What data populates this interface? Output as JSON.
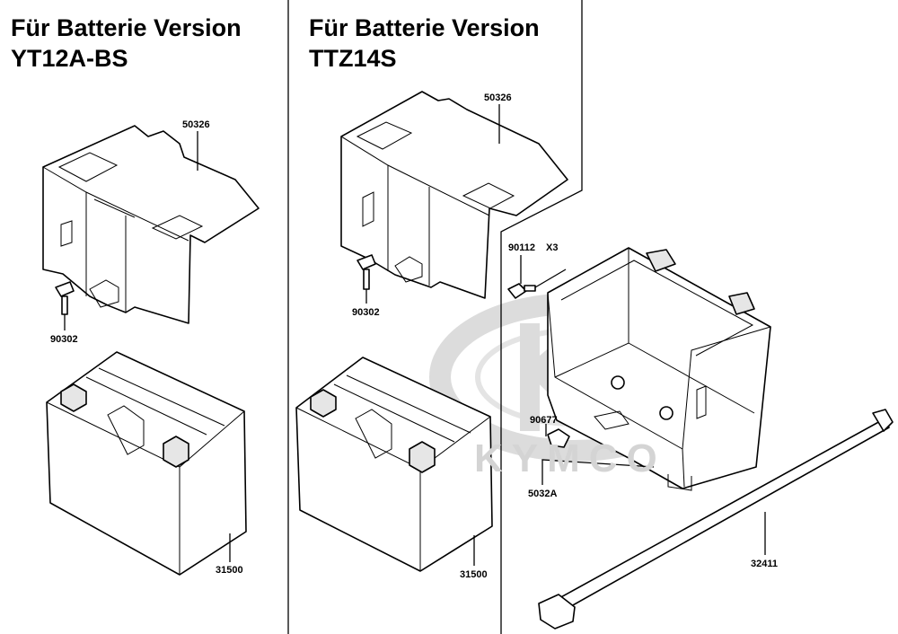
{
  "titles": {
    "left_line1": "Für Batterie Version",
    "left_line2": "YT12A-BS",
    "center_line1": "Für Batterie Version",
    "center_line2": "TTZ14S"
  },
  "labels": {
    "left_cover": "50326",
    "left_bolt": "90302",
    "left_battery": "31500",
    "center_cover": "50326",
    "center_bolt": "90302",
    "center_battery": "31500",
    "right_bolt": "90112",
    "right_bolt_qty": "X3",
    "right_nut": "90677",
    "right_box": "5032A",
    "right_strap": "32411"
  },
  "watermark": {
    "brand": "KYMCO",
    "color": "#d4d4d4"
  }
}
